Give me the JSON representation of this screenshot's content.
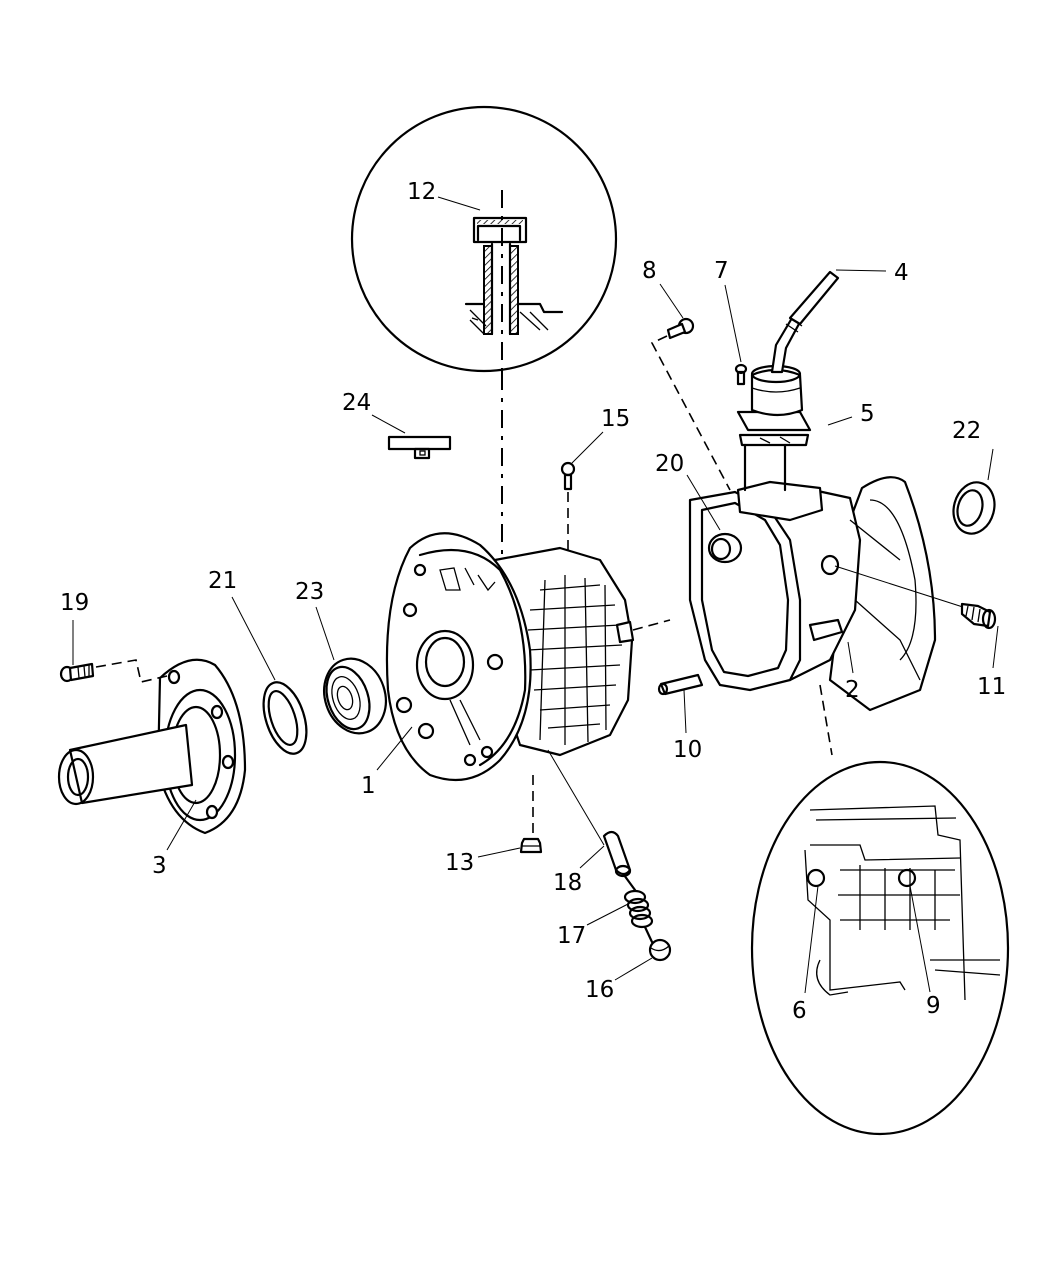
{
  "diagram": {
    "type": "exploded-parts-diagram",
    "subject": "Transmission case and extension housing assembly",
    "callouts": [
      {
        "id": "c1",
        "label": "1"
      },
      {
        "id": "c2",
        "label": "2"
      },
      {
        "id": "c3",
        "label": "3"
      },
      {
        "id": "c4",
        "label": "4"
      },
      {
        "id": "c5",
        "label": "5"
      },
      {
        "id": "c6",
        "label": "6"
      },
      {
        "id": "c7",
        "label": "7"
      },
      {
        "id": "c8",
        "label": "8"
      },
      {
        "id": "c9",
        "label": "9"
      },
      {
        "id": "c10",
        "label": "10"
      },
      {
        "id": "c11",
        "label": "11"
      },
      {
        "id": "c12",
        "label": "12"
      },
      {
        "id": "c13",
        "label": "13"
      },
      {
        "id": "c15",
        "label": "15"
      },
      {
        "id": "c16",
        "label": "16"
      },
      {
        "id": "c17",
        "label": "17"
      },
      {
        "id": "c18",
        "label": "18"
      },
      {
        "id": "c19",
        "label": "19"
      },
      {
        "id": "c20",
        "label": "20"
      },
      {
        "id": "c21",
        "label": "21"
      },
      {
        "id": "c22",
        "label": "22"
      },
      {
        "id": "c23",
        "label": "23"
      },
      {
        "id": "c24",
        "label": "24"
      }
    ],
    "detail_views": [
      {
        "name": "detail-circle-top",
        "shows": [
          "12"
        ]
      },
      {
        "name": "detail-oval-bottom-right",
        "shows": [
          "6",
          "9"
        ]
      }
    ]
  }
}
